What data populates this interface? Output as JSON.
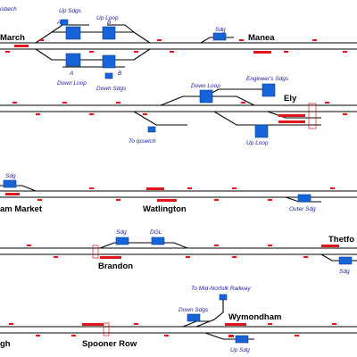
{
  "colors": {
    "track": "#000000",
    "signal": "#e0161b",
    "siding": "#1565d8",
    "label_station": "#000000",
    "label_siding": "#1a1aa0"
  },
  "section1": {
    "cut_label": "isbech",
    "station_march": "March",
    "station_manea": "Manea",
    "up_sdgs": "Up Sdgs",
    "up_loop": "Up Loop",
    "down_loop": "Down Loop",
    "down_sdgs": "Down Sdgs",
    "sdg": "Sdg",
    "letter_a_top": "A",
    "letter_b_top": "B",
    "letter_a_bottom": "A",
    "letter_b_bottom": "B"
  },
  "section2": {
    "station_ely": "Ely",
    "down_loop": "Down Loop",
    "engineers_sdgs": "Engineer's Sdgs",
    "to_ipswich": "To Ipswich",
    "up_loop": "Up Loop"
  },
  "section3": {
    "sdg": "Sdg",
    "station_lakenheath_cut": "am Market",
    "station_watlington": "Watlington",
    "outer_sdg": "Outer Sdg"
  },
  "section4": {
    "sdg": "Sdg",
    "dgl": "DGL",
    "station_brandon": "Brandon",
    "station_thetford_cut": "Thetfo",
    "sdg_right": "Sdg"
  },
  "section5": {
    "to_mid_norfolk": "To Mid-Norfolk Railway",
    "down_sdgs": "Down Sdgs",
    "station_wymondham": "Wymondham",
    "station_left_cut": "gh",
    "station_spooner_row": "Spooner Row",
    "up_sdg": "Up Sdg"
  }
}
